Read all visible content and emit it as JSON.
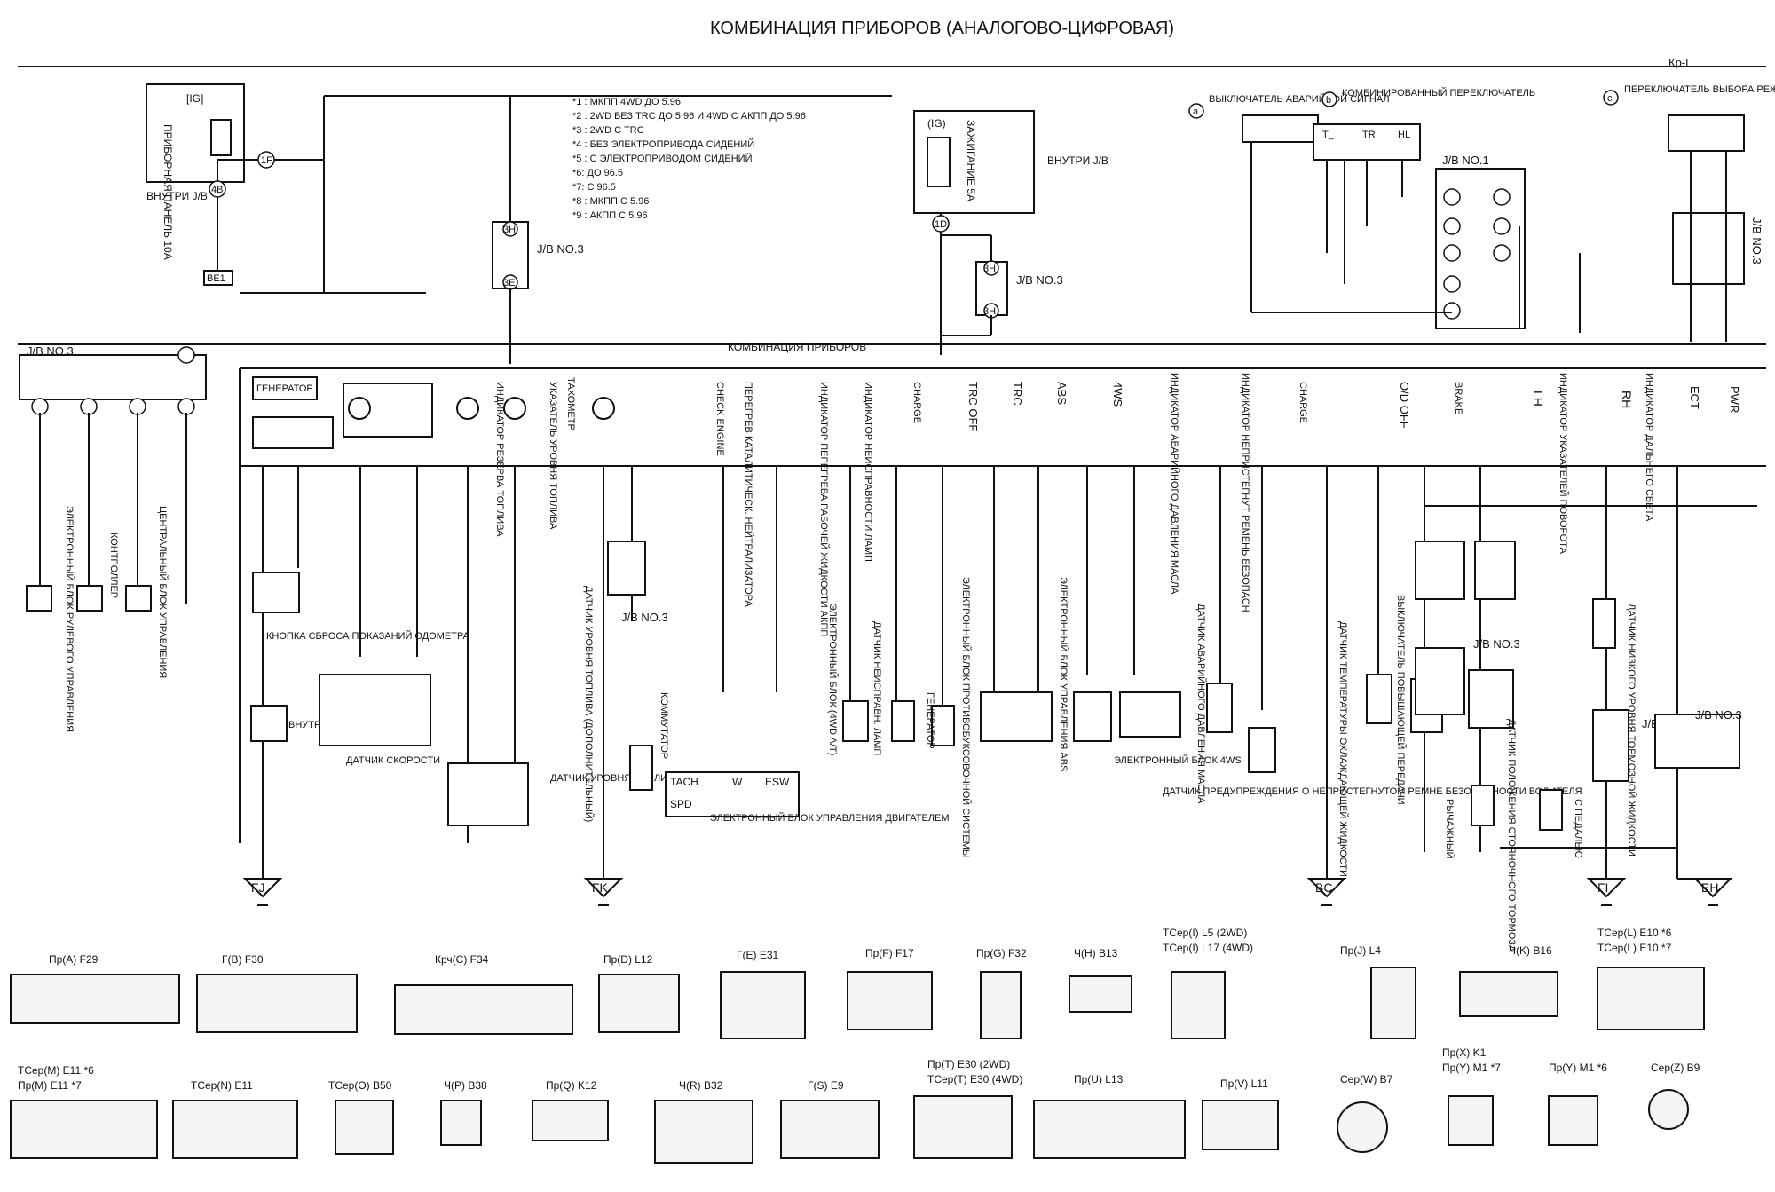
{
  "title": "КОМБИНАЦИЯ ПРИБОРОВ (АНАЛОГОВО-ЦИФРОВАЯ)",
  "section_label": "КОМБИНАЦИЯ ПРИБОРОВ",
  "legend_notes": [
    "*1 : МКПП 4WD ДО 5.96",
    "*2 : 2WD БЕЗ TRC ДО 5.96 И 4WD С АКПП ДО 5.96",
    "*3 : 2WD С TRC",
    "*4 : БЕЗ ЭЛЕКТРОПРИВОДА СИДЕНИЙ",
    "*5 : С ЭЛЕКТРОПРИВОДОМ СИДЕНИЙ",
    "*6: ДО 96.5",
    "*7: С 96.5",
    "*8 : МКПП С 5.96",
    "*9 : АКПП С 5.96"
  ],
  "fuse_panel": {
    "tag": "[IG]",
    "label": "ПРИБОРНАЯ ПАНЕЛЬ 10А",
    "inside": "ВНУТРИ J/B"
  },
  "ignition_fuse": {
    "tag": "(IG)",
    "label": "ЗАЖИГАНИЕ 5А",
    "inside": "ВНУТРИ J/B"
  },
  "top_right": {
    "a": "ВЫКЛЮЧАТЕЛЬ АВАРИЙНОЙ СИГНАЛ",
    "b": "КОМБИНИРОВАННЫЙ ПЕРЕКЛЮЧАТЕЛЬ",
    "c": "ПЕРЕКЛЮЧАТЕЛЬ ВЫБОРА РЕЖИМА РАБОТЫ АКПП",
    "wire": "Кр-Г"
  },
  "jb_labels": [
    "J/B NO.3",
    "J/B NO.3",
    "J/B NO.3",
    "J/B NO.1",
    "J/B NO.3",
    "J/B NO.3",
    "J/B NO.1",
    "J/B NO.3"
  ],
  "left_block": {
    "title": "J/B NO.3",
    "items": [
      "ЭЛЕКТРОННЫЙ БЛОК РУЛЕВОГО УПРАВЛЕНИЯ",
      "КОНТРОЛЛЕР",
      "ЦЕНТРАЛЬНЫЙ БЛОК УПРАВЛЕНИЯ"
    ]
  },
  "indicators": [
    "ГЕНЕРАТОР",
    "ИНДИКАТОР РЕЗЕРВА ТОПЛИВА",
    "УКАЗАТЕЛЬ УРОВНЯ ТОПЛИВА",
    "ТАХОМЕТР",
    "CHECK ENGINE",
    "ПЕРЕГРЕВ КАТАЛИТИЧЕСК. НЕЙТРАЛИЗАТОРА",
    "ИНДИКАТОР ПЕРЕГРЕВА РАБОЧЕЙ ЖИДКОСТИ АКПП",
    "ИНДИКАТОР НЕИСПРАВНОСТИ ЛАМП",
    "CHARGE",
    "TRC OFF",
    "TRC",
    "ABS",
    "4WS",
    "ИНДИКАТОР АВАРИЙНОГО ДАВЛЕНИЯ МАСЛА",
    "ИНДИКАТОР НЕПРИСТЕГНУТ РЕМЕНЬ БЕЗОПАСН",
    "CHARGE",
    "O/D OFF",
    "BRAKE",
    "LH",
    "ИНДИКАТОР УКАЗАТЕЛЕЙ ПОВОРОТА",
    "RH",
    "ИНДИКАТОР ДАЛЬНЕГО СВЕТА",
    "ECT",
    "PWR"
  ],
  "bottom_labels": [
    "КНОПКА СБРОСА ПОКАЗАНИЙ ОДОМЕТРА",
    "ВНУТРИ J/B",
    "ДАТЧИК СКОРОСТИ",
    "ДАТЧИК УРОВНЯ ТОПЛИВА",
    "ДАТЧИК УРОВНЯ ТОПЛИВА (ДОПОЛНИТЕЛЬНЫЙ)",
    "КОММУТАТОР",
    "ЭЛЕКТРОННЫЙ БЛОК (4WD A/T)",
    "ДАТЧИК НЕИСПРАВН. ЛАМП",
    "ГЕНЕРАТОР",
    "ЭЛЕКТРОННЫЙ БЛОК ПРОТИВОБУКСОВОЧНОЙ СИСТЕМЫ",
    "ЭЛЕКТРОННЫЙ БЛОК УПРАВЛЕНИЯ ABS",
    "ЭЛЕКТРОННЫЙ БЛОК 4WS",
    "ДАТЧИК АВАРИЙНОГО ДАВЛЕНИЯ МАСЛА",
    "ДАТЧИК ПРЕДУПРЕЖДЕНИЯ О НЕПРИСТЕГНУТОМ РЕМНЕ БЕЗОПАСНОСТИ ВОДИТЕЛЯ",
    "ДАТЧИК ТЕМПЕРАТУРЫ ОХЛАЖДАЮЩЕЙ ЖИДКОСТИ",
    "ВЫКЛЮЧАТЕЛЬ ПОВЫШАЮЩЕЙ ПЕРЕДАЧИ",
    "ДАТЧИК НИЗКОГО УРОВНЯ ТОРМОЗНОЙ ЖИДКОСТИ",
    "РЫЧАЖНЫЙ",
    "С ПЕДАЛЬЮ",
    "ДАТЧИК ПОЛОЖЕНИЯ СТОЯНОЧНОГО ТОРМОЗА",
    "ЭЛЕКТРОННЫЙ БЛОК УПРАВЛЕНИЯ ДВИГАТЕЛЕМ"
  ],
  "ecu_pins": {
    "tach": "TACH",
    "w": "W",
    "esw": "ESW",
    "spd": "SPD"
  },
  "grounds": [
    "FJ",
    "FK",
    "BC",
    "FI",
    "EH"
  ],
  "connectors_row1": [
    "Пр(A) F29",
    "Г(B) F30",
    "Крч(C) F34",
    "Пр(D) L12",
    "Г(E) E31",
    "Пр(F) F17",
    "Пр(G) F32",
    "Ч(H) B13",
    "TCep(I) L5 (2WD)",
    "TCep(I) L17 (4WD)",
    "Пр(J) L4",
    "Ч(K) B16",
    "TCep(L) E10 *6",
    "TCep(L) E10 *7"
  ],
  "connectors_row2": [
    "TCep(M) E11 *6",
    "Пр(M) E11 *7",
    "TCep(N) E11",
    "TCep(O) B50",
    "Ч(P) B38",
    "Пр(Q) K12",
    "Ч(R) B32",
    "Г(S) E9",
    "Пр(T) E30 (2WD)",
    "TCep(T) E30 (4WD)",
    "Пр(U) L13",
    "Пр(V) L11",
    "Сер(W) B7",
    "Пр(X) K1",
    "Пр(Y) M1 *7",
    "Пр(Y) M1 *6",
    "Сер(Z) B9"
  ]
}
